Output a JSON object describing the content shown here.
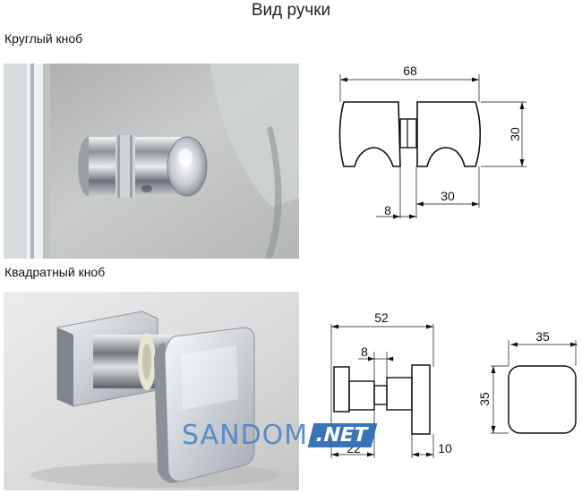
{
  "page": {
    "title": "Вид ручки"
  },
  "sections": {
    "round": {
      "label": "Круглый кноб"
    },
    "square": {
      "label": "Квадратный кноб"
    }
  },
  "round_drawing": {
    "dim_total_width": "68",
    "dim_height": "30",
    "dim_gap": "8",
    "dim_half": "30"
  },
  "square_drawing": {
    "dim_total_width": "52",
    "dim_gap": "8",
    "dim_base": "22",
    "dim_plate": "10",
    "front_width": "35",
    "front_height": "35"
  },
  "watermark": {
    "text": "SANDOM",
    "badge": ".NET"
  }
}
